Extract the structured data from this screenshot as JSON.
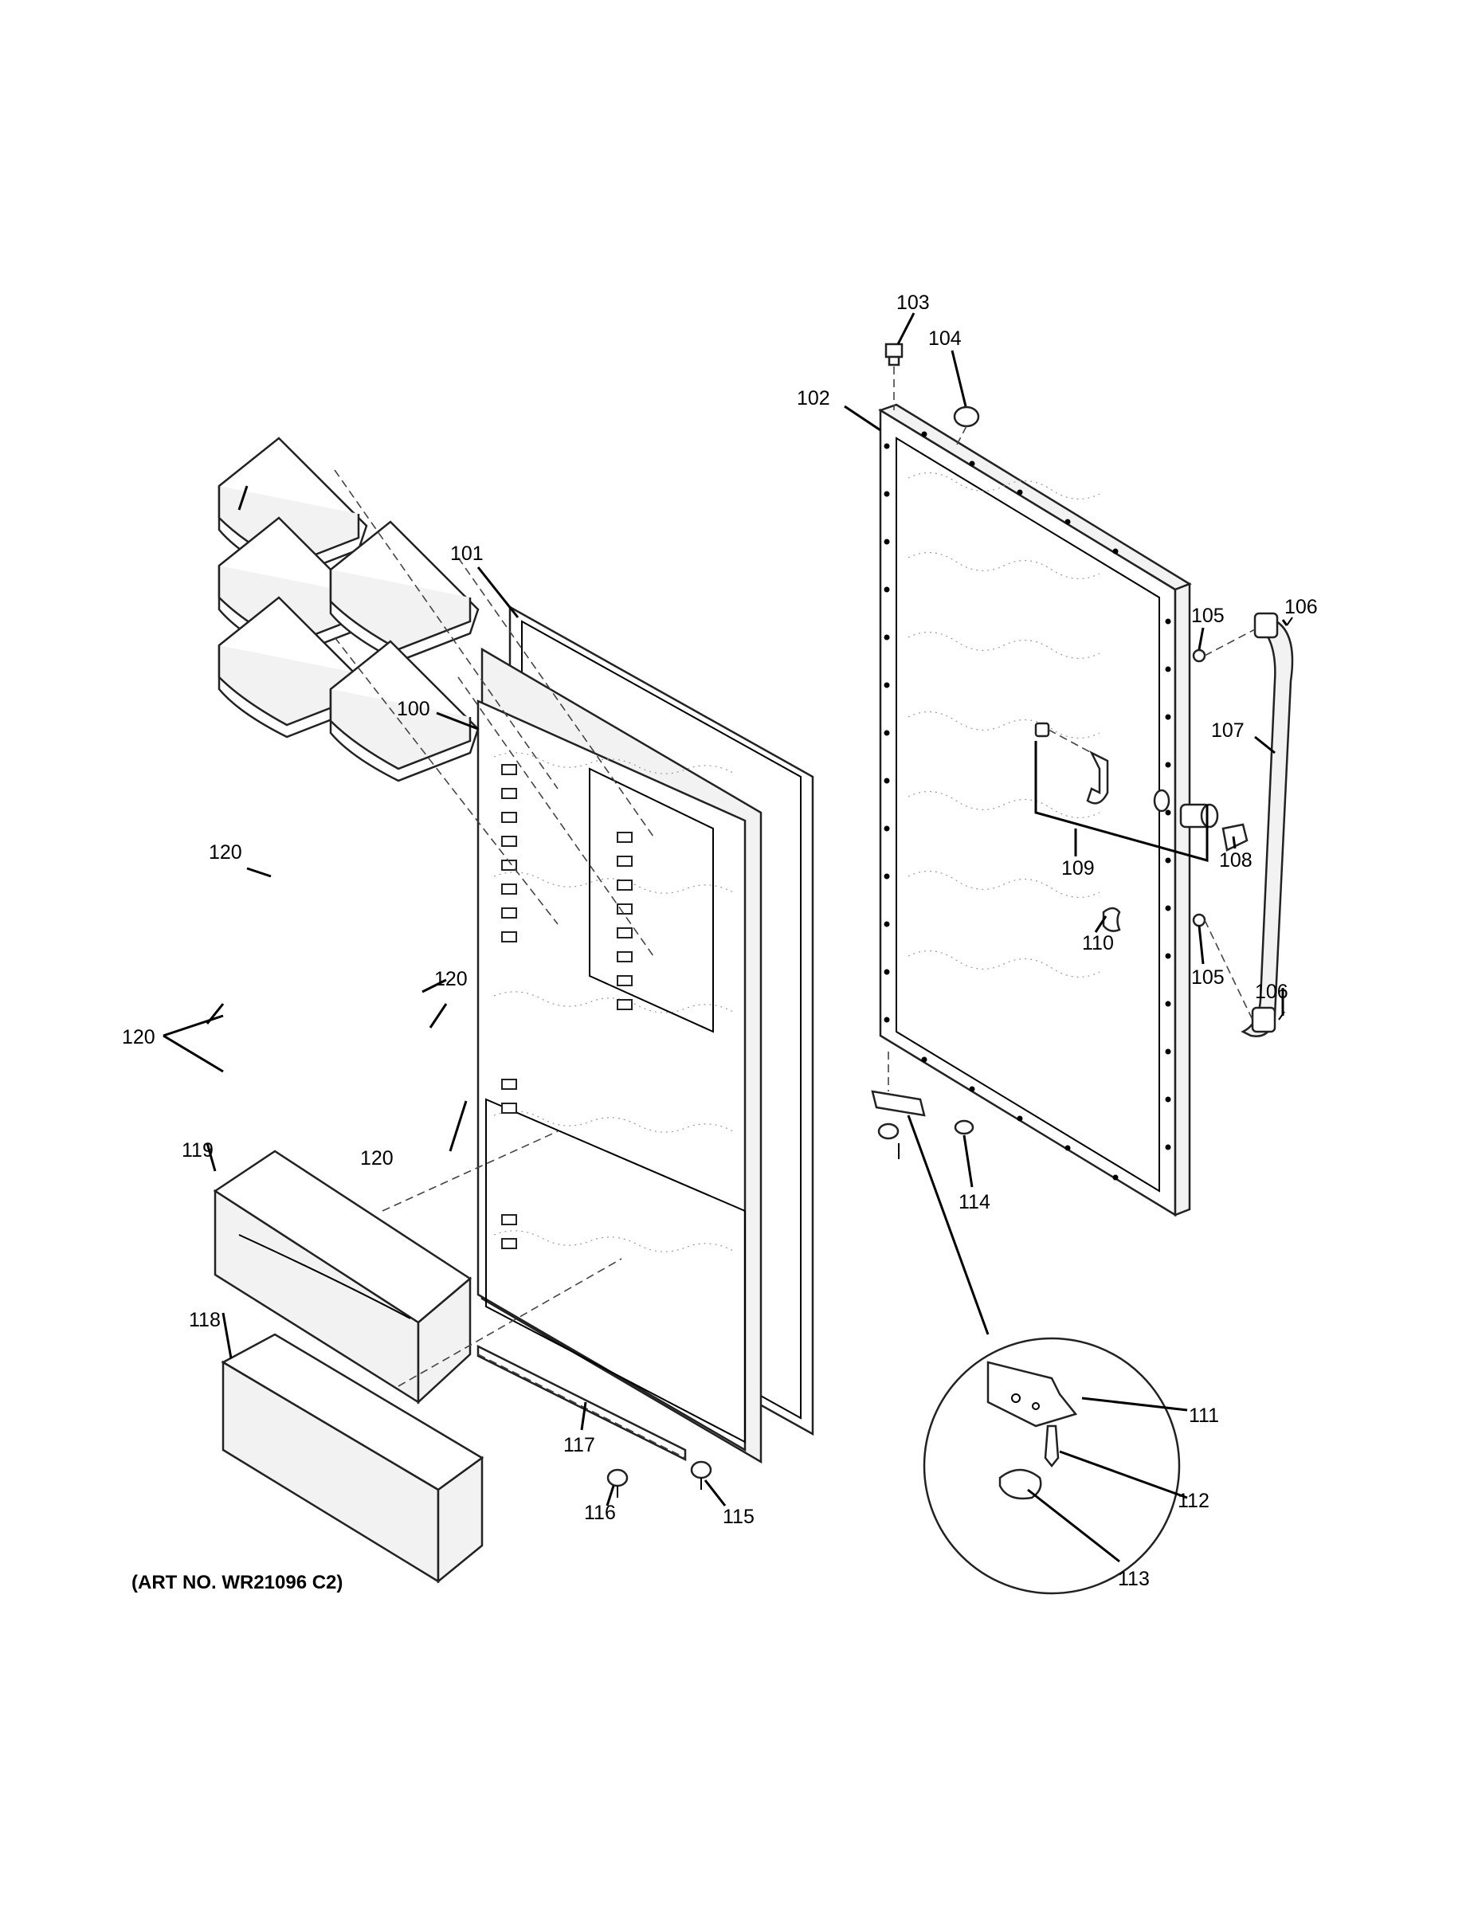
{
  "art_number": "(ART NO. WR21096 C2)",
  "callouts": {
    "c100": "100",
    "c101": "101",
    "c102": "102",
    "c103": "103",
    "c104": "104",
    "c105a": "105",
    "c105b": "105",
    "c106a": "106",
    "c106b": "106",
    "c107": "107",
    "c108": "108",
    "c109": "109",
    "c110": "110",
    "c111": "111",
    "c112": "112",
    "c113": "113",
    "c114": "114",
    "c115": "115",
    "c116": "116",
    "c117": "117",
    "c118": "118",
    "c119": "119",
    "c120a": "120",
    "c120b": "120",
    "c120c": "120",
    "c120d": "120"
  }
}
